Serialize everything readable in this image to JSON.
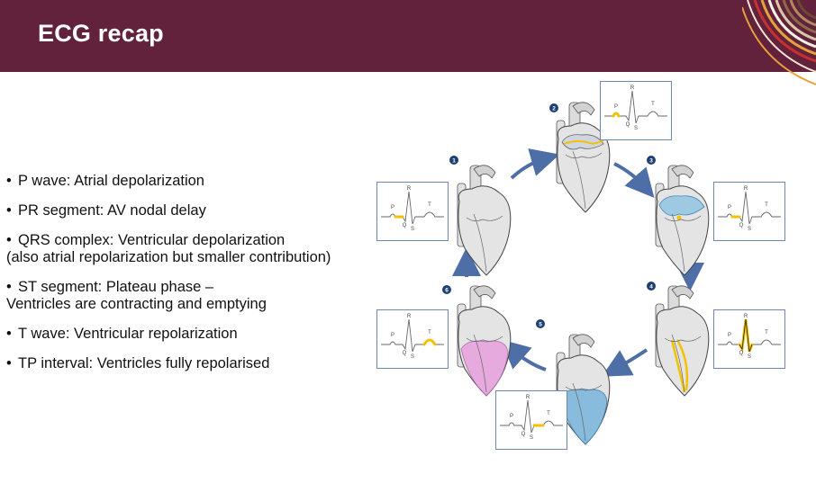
{
  "header": {
    "title": "ECG recap",
    "bg_color": "#62223b"
  },
  "bullets": [
    {
      "lines": [
        "P wave: Atrial depolarization"
      ]
    },
    {
      "lines": [
        "PR segment: AV nodal delay"
      ]
    },
    {
      "lines": [
        "QRS complex: Ventricular depolarization",
        "(also atrial repolarization but smaller contribution)"
      ]
    },
    {
      "lines": [
        "ST segment:  Plateau phase –",
        "Ventricles are contracting and emptying"
      ]
    },
    {
      "lines": [
        "T wave: Ventricular repolarization"
      ]
    },
    {
      "lines": [
        "TP interval: Ventricles fully repolarised"
      ]
    }
  ],
  "diagram": {
    "steps": [
      "1",
      "2",
      "3",
      "4",
      "5",
      "6"
    ],
    "wave_labels": {
      "p": "P",
      "q": "Q",
      "r": "R",
      "s": "S",
      "t": "T"
    },
    "highlight_color": "#f2c200",
    "arrow_color": "#4e6ea8"
  }
}
